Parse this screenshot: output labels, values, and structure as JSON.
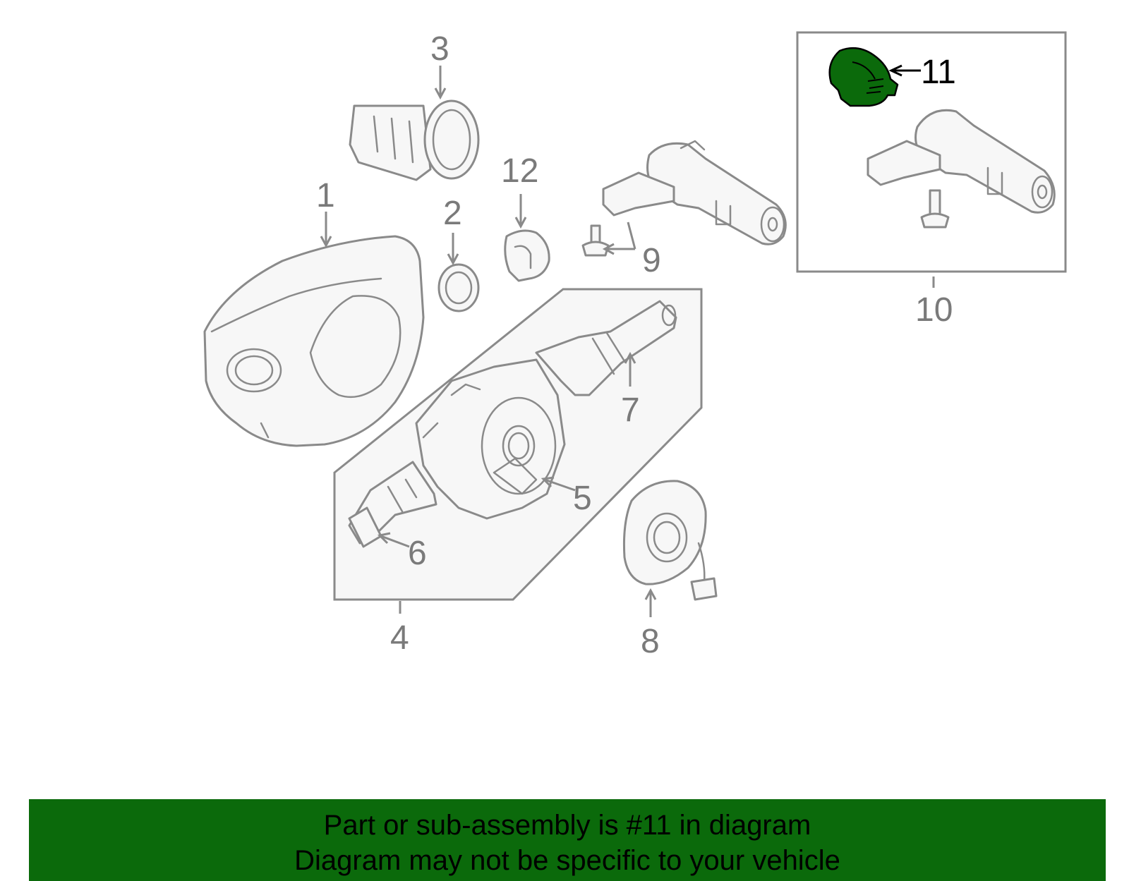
{
  "callouts": {
    "c1": "1",
    "c2": "2",
    "c3": "3",
    "c4": "4",
    "c5": "5",
    "c6": "6",
    "c7": "7",
    "c8": "8",
    "c9": "9",
    "c10": "10",
    "c11": "11",
    "c12": "12"
  },
  "highlight": {
    "part": "11",
    "color": "#0b6a0b"
  },
  "banner": {
    "line1": "Part or sub-assembly is #11 in diagram",
    "line2": "Diagram may not be specific to your vehicle",
    "background": "#0b6a0b"
  }
}
